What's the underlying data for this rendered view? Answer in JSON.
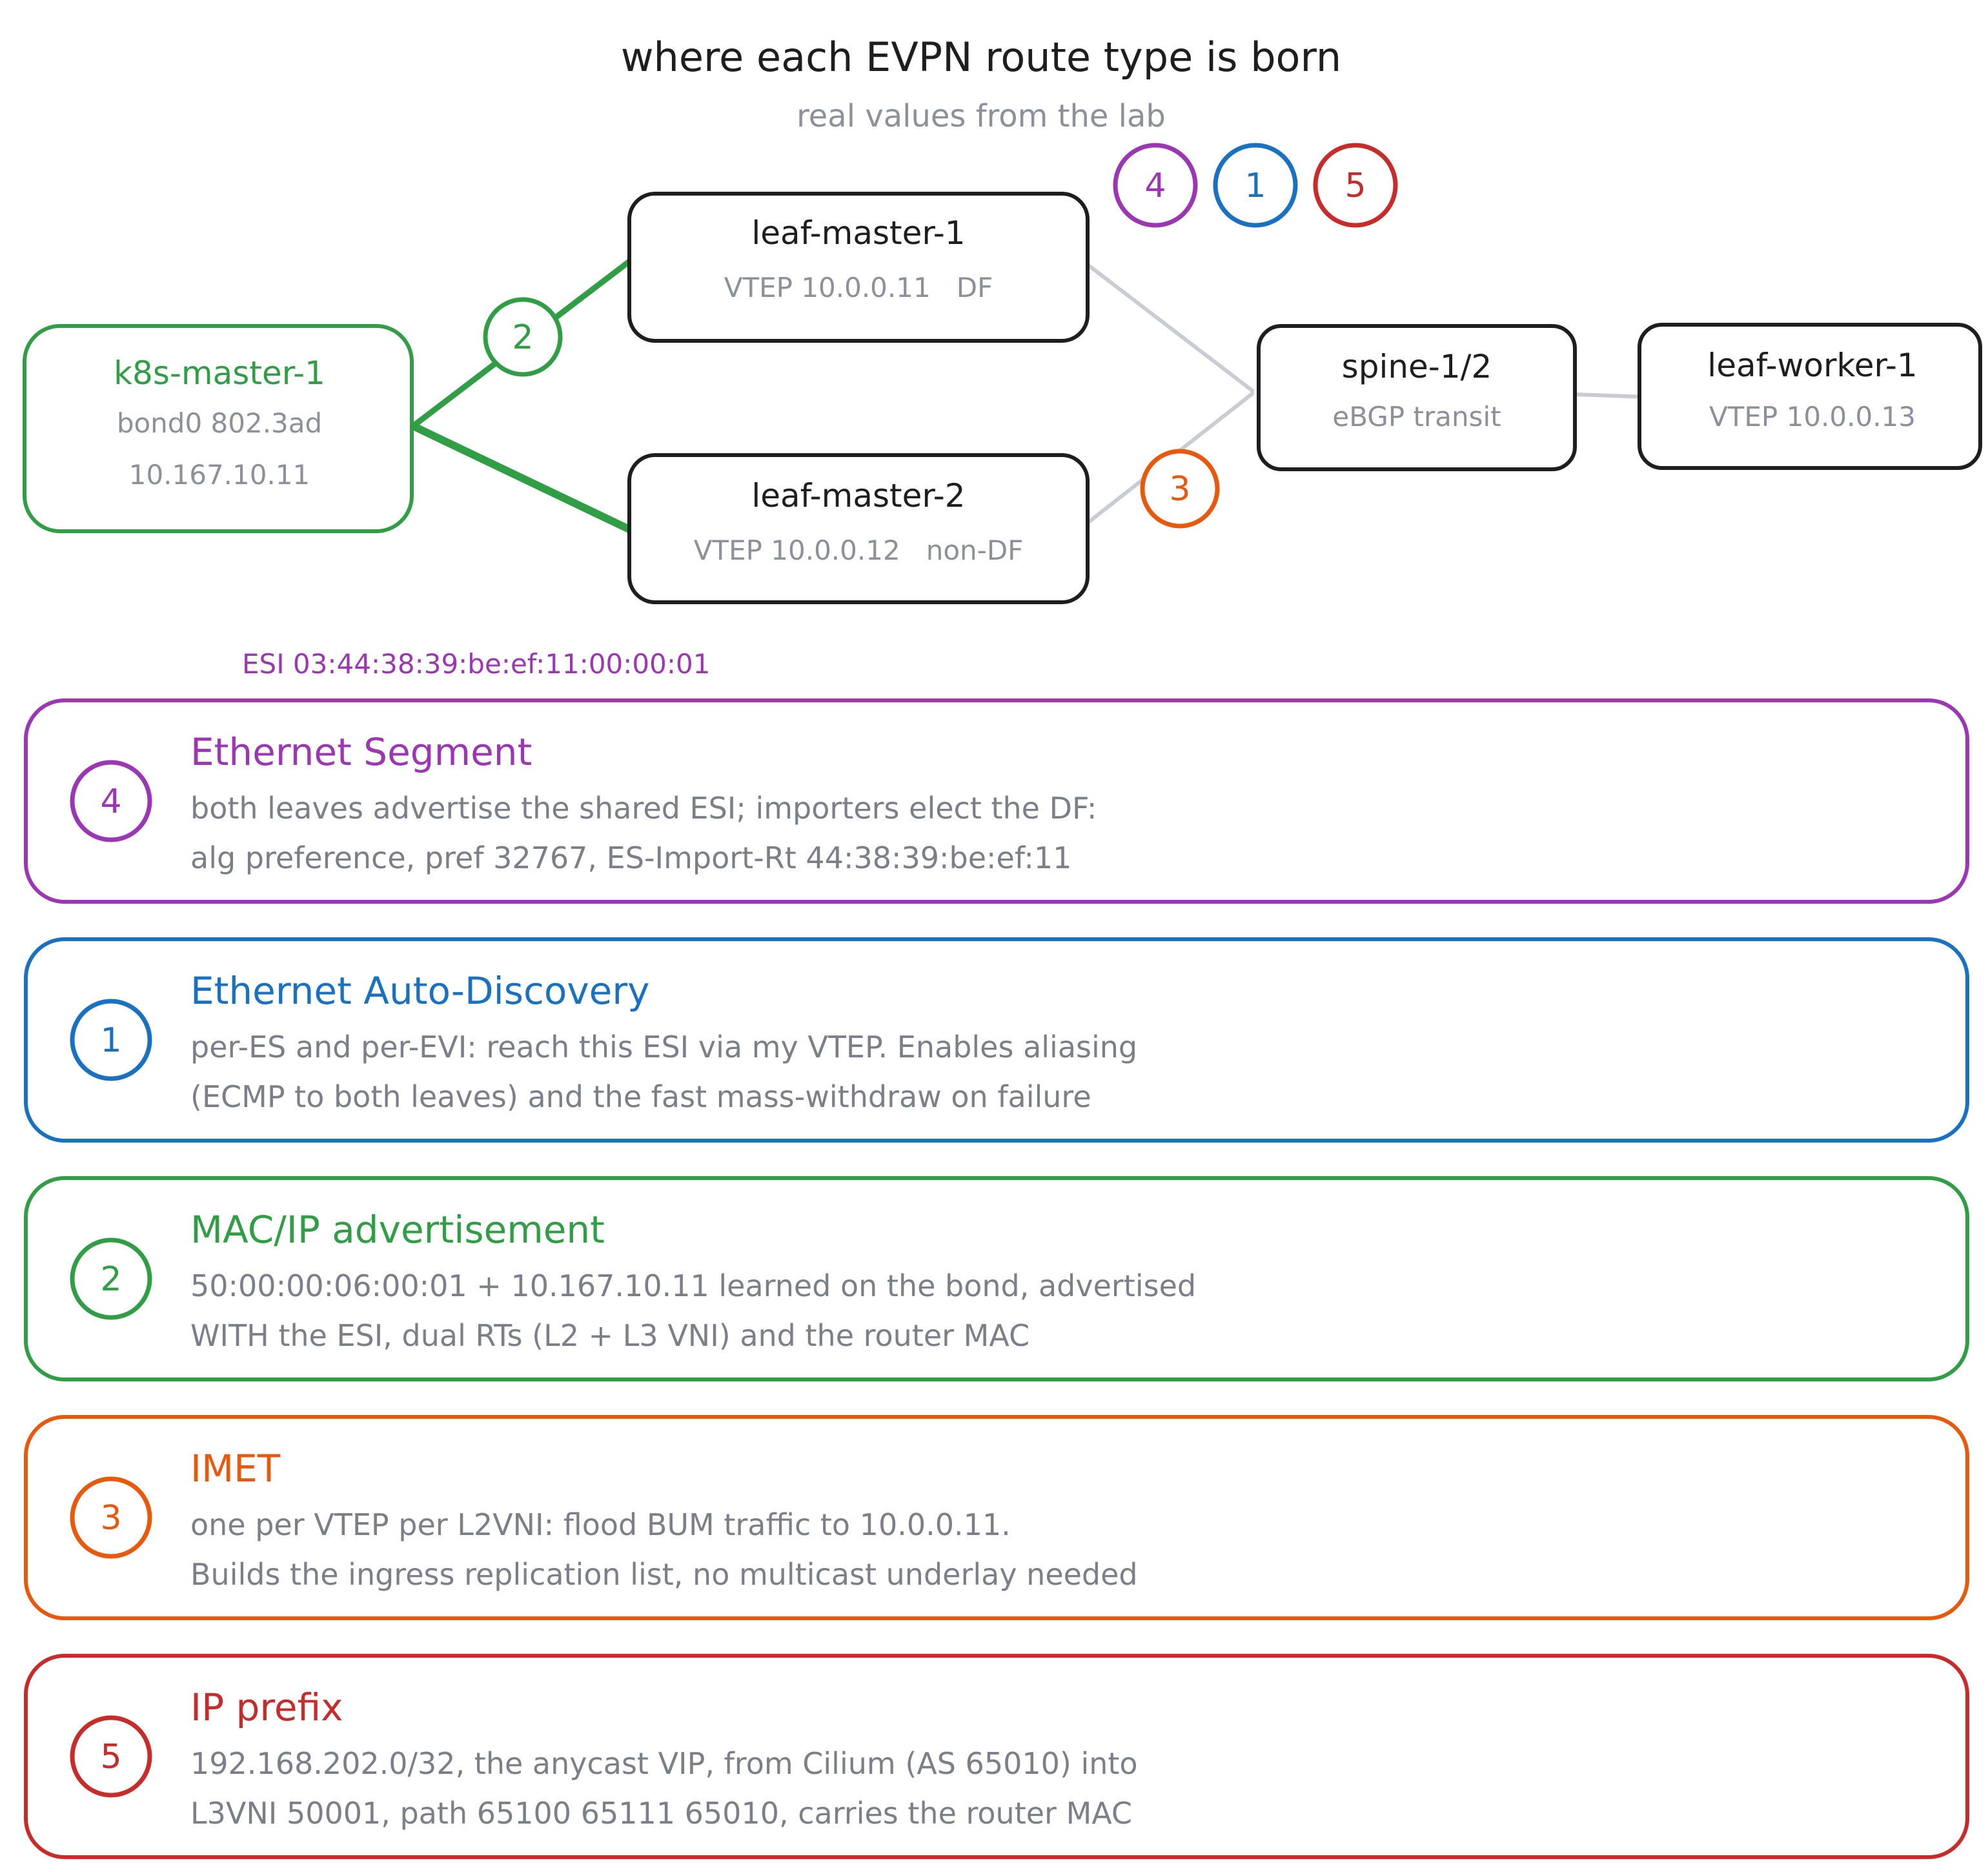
{
  "title": "where each EVPN route type is born",
  "subtitle": "real values from the lab",
  "colors": {
    "purple": "#9c36b5",
    "blue": "#1971c2",
    "green": "#2f9e44",
    "orange": "#e8590c",
    "red": "#c92a2a",
    "gray_link": "#c9ccd2",
    "dark": "#1e1e1e",
    "muted": "#8b9099"
  },
  "nodes": {
    "k8s_master": {
      "name": "k8s-master-1",
      "line1": "bond0  802.3ad",
      "line2": "10.167.10.11"
    },
    "leaf_master_1": {
      "name": "leaf-master-1",
      "line1": "VTEP 10.0.0.11   DF"
    },
    "leaf_master_2": {
      "name": "leaf-master-2",
      "line1": "VTEP 10.0.0.12   non-DF"
    },
    "spine": {
      "name": "spine-1/2",
      "line1": "eBGP transit"
    },
    "leaf_worker": {
      "name": "leaf-worker-1",
      "line1": "VTEP 10.0.0.13"
    }
  },
  "badges": {
    "top_4": "4",
    "top_1": "1",
    "top_5": "5",
    "link_2": "2",
    "link_3": "3"
  },
  "esi_label": "ESI 03:44:38:39:be:ef:11:00:00:01",
  "routes": [
    {
      "number": "4",
      "name": "Ethernet Segment",
      "line1": "both leaves advertise the shared ESI; importers elect the DF:",
      "line2": "alg preference, pref 32767, ES-Import-Rt 44:38:39:be:ef:11"
    },
    {
      "number": "1",
      "name": "Ethernet Auto-Discovery",
      "line1": "per-ES and per-EVI: reach this ESI via my VTEP. Enables aliasing",
      "line2": "(ECMP to both leaves) and the fast mass-withdraw on failure"
    },
    {
      "number": "2",
      "name": "MAC/IP advertisement",
      "line1": "50:00:00:06:00:01 + 10.167.10.11 learned on the bond, advertised",
      "line2": "WITH the ESI, dual RTs (L2 + L3 VNI) and the router MAC"
    },
    {
      "number": "3",
      "name": "IMET",
      "line1": "one per VTEP per L2VNI: flood BUM traffic to 10.0.0.11.",
      "line2": "Builds the ingress replication list, no multicast underlay needed"
    },
    {
      "number": "5",
      "name": "IP prefix",
      "line1": "192.168.202.0/32, the anycast VIP, from Cilium (AS 65010) into",
      "line2": "L3VNI 50001, path 65100 65111 65010, carries the router MAC"
    }
  ]
}
